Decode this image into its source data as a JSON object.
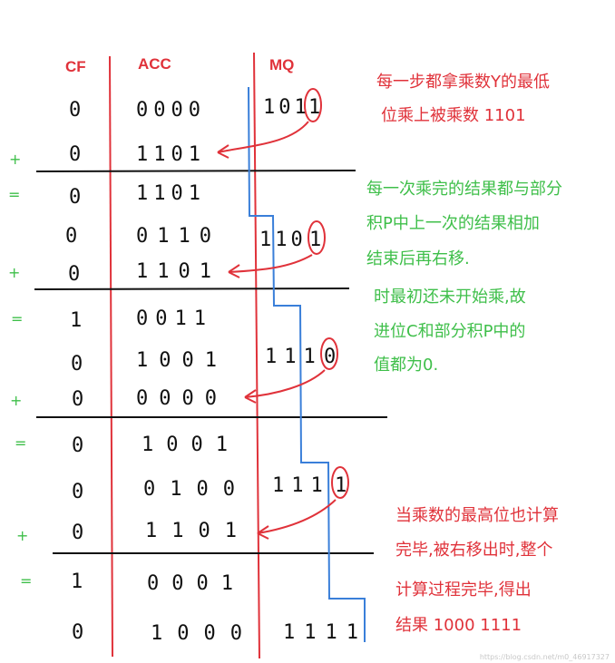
{
  "headers": {
    "cf": "CF",
    "acc": "ACC",
    "mq": "MQ"
  },
  "colors": {
    "red": "#e0323a",
    "blue": "#3a7fd9",
    "green": "#3fbf4a",
    "black": "#111111",
    "note_red": "#e0323a",
    "note_green": "#3fbf4a"
  },
  "rows": [
    {
      "op": "",
      "cf": "0",
      "acc": "0000",
      "mq": "101",
      "mq_circled": "1"
    },
    {
      "op": "+",
      "cf": "0",
      "acc": "1101",
      "mq": "",
      "mq_circled": ""
    },
    {
      "op": "=",
      "cf": "0",
      "acc": "1101",
      "mq": "",
      "mq_circled": ""
    },
    {
      "op": "",
      "cf": "0",
      "acc": "0110",
      "mq": "110",
      "mq_circled": "1"
    },
    {
      "op": "+",
      "cf": "0",
      "acc": "1101",
      "mq": "",
      "mq_circled": ""
    },
    {
      "op": "=",
      "cf": "1",
      "acc": "0011",
      "mq": "",
      "mq_circled": ""
    },
    {
      "op": "",
      "cf": "0",
      "acc": "1001",
      "mq": "111",
      "mq_circled": "0"
    },
    {
      "op": "+",
      "cf": "0",
      "acc": "0000",
      "mq": "",
      "mq_circled": ""
    },
    {
      "op": "=",
      "cf": "0",
      "acc": "1001",
      "mq": "",
      "mq_circled": ""
    },
    {
      "op": "",
      "cf": "0",
      "acc": "0100",
      "mq": "111",
      "mq_circled": "1"
    },
    {
      "op": "+",
      "cf": "0",
      "acc": "1101",
      "mq": "",
      "mq_circled": ""
    },
    {
      "op": "=",
      "cf": "1",
      "acc": "0001",
      "mq": "",
      "mq_circled": ""
    },
    {
      "op": "",
      "cf": "0",
      "acc": "1000",
      "mq": "1111",
      "mq_circled": ""
    }
  ],
  "notes": {
    "note1": [
      "每一步都拿乘数Y的最低",
      "位乘上被乘数 1101"
    ],
    "note2": [
      "每一次乘完的结果都与部分",
      "积P中上一次的结果相加",
      "结束后再右移."
    ],
    "note3": [
      "时最初还未开始乘,故",
      "进位C和部分积P中的",
      "值都为0."
    ],
    "note4": [
      "当乘数的最高位也计算",
      "完毕,被右移出时,整个",
      "计算过程完毕,得出",
      "结果 1000 1111"
    ]
  },
  "watermark": "https://blog.csdn.net/m0_46917327"
}
